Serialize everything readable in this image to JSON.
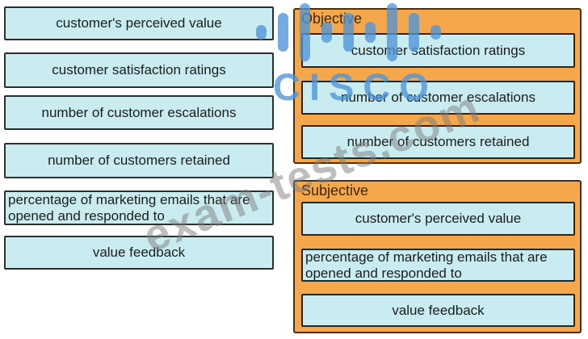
{
  "source_list": {
    "items": [
      "customer's perceived value",
      "customer satisfaction ratings",
      "number of customer escalations",
      "number of customers retained",
      "percentage of marketing emails that are opened and responded to",
      "value feedback"
    ]
  },
  "categories": [
    {
      "label": "Objective",
      "items": [
        "customer satisfaction ratings",
        "number of customer escalations",
        "number of customers retained"
      ]
    },
    {
      "label": "Subjective",
      "items": [
        "customer's perceived value",
        "percentage of marketing emails that are opened and responded to",
        "value feedback"
      ]
    }
  ],
  "watermarks": {
    "logo_text": "CISCO",
    "site_text": "exam-tests.com"
  },
  "colors": {
    "item_fill": "#c9ecf1",
    "item_border": "#2e2e2e",
    "panel_fill": "#f5a74b",
    "panel_border": "#46300f",
    "panel_label_text": "#40280a",
    "logo_blue": "#4d95d9",
    "site_watermark_gray": "#7d7d7d"
  }
}
